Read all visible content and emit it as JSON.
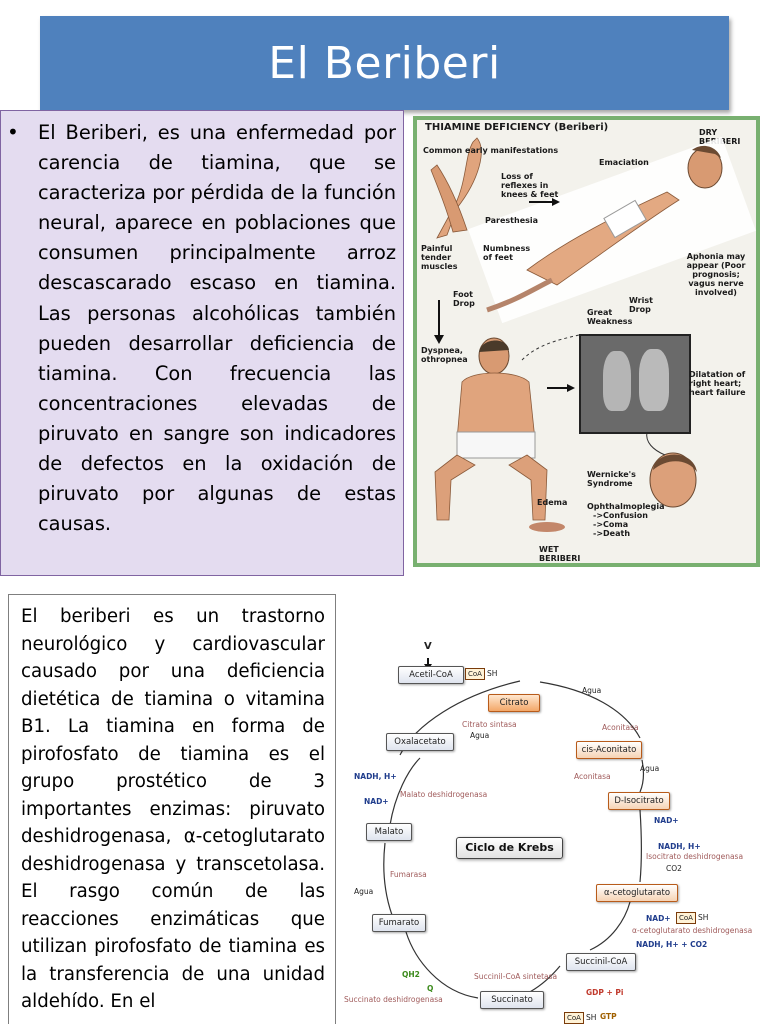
{
  "title": "El Beriberi",
  "bullet": {
    "marker": "•",
    "text": "El Beriberi, es una enfermedad por carencia de tiamina, que se caracteriza por pérdida de la función neural, aparece en poblaciones que consumen principalmente arroz descascarado escaso en tiamina. Las personas alcohólicas también pueden desarrollar deficiencia de tiamina. Con frecuencia las concentraciones elevadas de piruvato en sangre son indicadores de defectos en la oxidación de piruvato por algunas de estas causas."
  },
  "figure_thiamine": {
    "heading": "THIAMINE DEFICIENCY (Beriberi)",
    "dry": "DRY BERIBERI",
    "wet": "WET BERIBERI",
    "labels": {
      "early": "Common early manifestations",
      "reflexes": "Loss of reflexes in knees & feet",
      "emaciation": "Emaciation",
      "paresthesia": "Paresthesia",
      "painful": "Painful tender muscles",
      "numbness": "Numbness of feet",
      "aphonia": "Aphonia may appear (Poor prognosis; vagus nerve involved)",
      "footdrop": "Foot Drop",
      "wristdrop": "Wrist Drop",
      "weakness": "Great Weakness",
      "dyspnea": "Dyspnea, othropnea",
      "dilatation": "Dilatation of right heart; heart failure",
      "wernicke": "Wernicke's Syndrome",
      "ophth": "Ophthalmoplegia",
      "confusion": "->Confusion",
      "coma": "->Coma",
      "death": "->Death",
      "edema": "Edema"
    }
  },
  "paragraph2": "El beriberi es un trastorno neurológico y cardiovascular causado por una deficiencia dietética de tiamina o vitamina B1. La tiamina en forma de pirofosfato de tiamina es el grupo prostético de 3 importantes enzimas: piruvato deshidrogenasa, α-cetoglutarato deshidrogenasa y transcetolasa. El rasgo común de las reacciones enzimáticas que utilizan pirofosfato de tiamina es la transferencia de una unidad aldehído. En el",
  "krebs": {
    "title": "Ciclo de Krebs",
    "nodes": {
      "acetil": "Acetil-CoA",
      "citrato": "Citrato",
      "cisacon": "cis-Aconitato",
      "disocitrato": "D-Isocitrato",
      "akg": "α-cetoglutarato",
      "succoa": "Succinil-CoA",
      "succinato": "Succinato",
      "fumarato": "Fumarato",
      "malato": "Malato",
      "oxalacetato": "Oxalacetato"
    },
    "labels": {
      "coa": "CoA",
      "sh": "SH",
      "agua": "Agua",
      "citrato_sintasa": "Citrato sintasa",
      "aconitasa": "Aconitasa",
      "nad": "NAD+",
      "nadh_h": "NADH, H+",
      "isocitrato_dh": "Isocitrato deshidrogenasa",
      "co2": "CO2",
      "akg_dh": "α-cetoglutarato deshidrogenasa",
      "nadh_h_co2": "NADH, H+ + CO2",
      "succ_sintetasa": "Succinil-CoA sintetasa",
      "gdp": "GDP + Pi",
      "gtp": "GTP",
      "succ_dh": "Succinato deshidrogenasa",
      "q": "Q",
      "qh2": "QH2",
      "fumarasa": "Fumarasa",
      "malato_dh": "Malato deshidrogenasa",
      "v": "V"
    }
  }
}
